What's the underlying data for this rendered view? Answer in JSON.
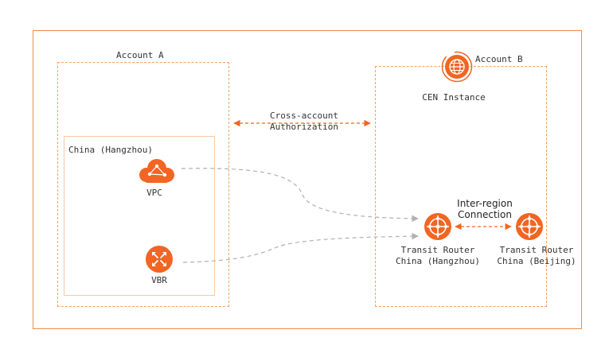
{
  "account_a": {
    "label": "Account A"
  },
  "account_b": {
    "label": "Account B"
  },
  "authorization": {
    "line1": "Cross-account",
    "line2": "Authorization"
  },
  "cen": {
    "label": "CEN Instance"
  },
  "region_hangzhou": {
    "label": "China (Hangzhou)"
  },
  "vpc": {
    "label": "VPC"
  },
  "vbr": {
    "label": "VBR"
  },
  "inter_region": {
    "line1": "Inter-region",
    "line2": "Connection"
  },
  "tr_hangzhou": {
    "line1": "Transit Router",
    "line2": "China (Hangzhou)"
  },
  "tr_beijing": {
    "line1": "Transit Router",
    "line2": "China (Beijing)"
  },
  "colors": {
    "accent": "#f26522",
    "dashed_connector": "#b0b0b0",
    "frame": "#f0894b"
  },
  "icons": [
    "globe-icon",
    "cloud-icon",
    "router-icon",
    "transit-router-icon"
  ]
}
